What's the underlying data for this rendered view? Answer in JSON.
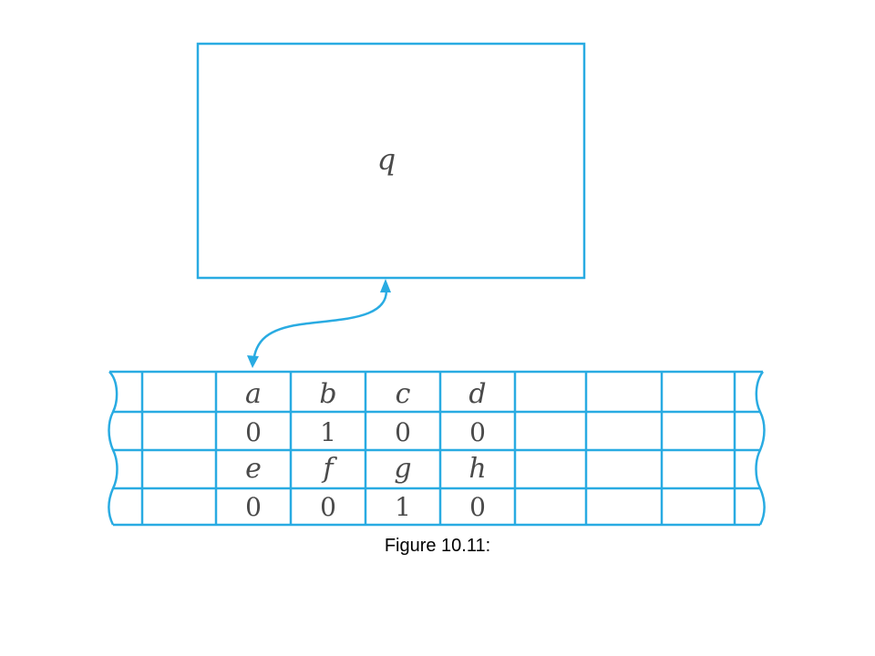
{
  "accent_color": "#29abe2",
  "state": {
    "label": "q"
  },
  "tape": {
    "rows": [
      [
        "a",
        "b",
        "c",
        "d"
      ],
      [
        "0",
        "1",
        "0",
        "0"
      ],
      [
        "e",
        "f",
        "g",
        "h"
      ],
      [
        "0",
        "0",
        "1",
        "0"
      ]
    ]
  },
  "caption": "Figure 10.11:"
}
